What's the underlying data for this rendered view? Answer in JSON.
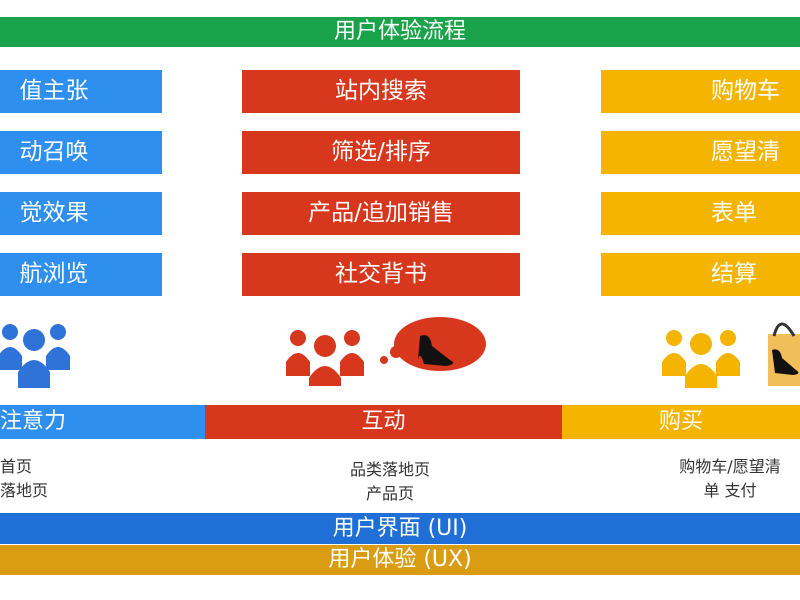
{
  "title": "用户体验流程",
  "columns": [
    {
      "items": [
        "值主张",
        "动召唤",
        "觉效果",
        "航浏览"
      ],
      "icon": "people-icon",
      "color": "#2f8fef",
      "stage": "注意力",
      "notes": [
        "首页",
        "落地页"
      ]
    },
    {
      "items": [
        "站内搜索",
        "筛选/排序",
        "产品/追加销售",
        "社交背书"
      ],
      "icon": "people-thinking-shoe-icon",
      "color": "#d7371d",
      "stage": "互动",
      "notes": [
        "品类落地页",
        "产品页"
      ]
    },
    {
      "items": [
        "购物车",
        "愿望清单",
        "表单",
        "结算"
      ],
      "icon": "people-shopping-bag-icon",
      "color": "#f4b400",
      "stage": "购买",
      "notes": [
        "购物车/愿望清",
        "单 支付"
      ]
    }
  ],
  "ui_label": "用户界面 (UI)",
  "ux_label": "用户体验 (UX)"
}
